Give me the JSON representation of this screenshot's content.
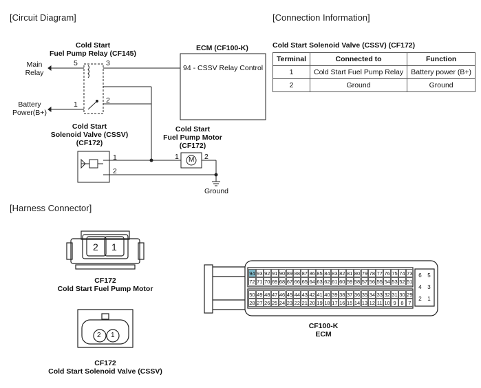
{
  "sections": {
    "circuit": "[Circuit Diagram]",
    "connection": "[Connection Information]",
    "harness": "[Harness Connector]"
  },
  "relay": {
    "title_line1": "Cold Start",
    "title_line2": "Fuel Pump Relay (CF145)",
    "pin5": "5",
    "pin3": "3",
    "pin1": "1",
    "pin2": "2"
  },
  "inputs": {
    "main_relay_line1": "Main",
    "main_relay_line2": "Relay",
    "battery_line1": "Battery",
    "battery_line2": "Power(B+)"
  },
  "ecm": {
    "title": "ECM (CF100-K)",
    "pin_label": "94 - CSSV Relay Control"
  },
  "cssv": {
    "line1": "Cold Start",
    "line2": "Solenoid  Valve (CSSV)",
    "line3": "(CF172)",
    "pin1": "1",
    "pin2": "2"
  },
  "motor": {
    "line1": "Cold Start",
    "line2": "Fuel Pump Motor",
    "line3": "(CF172)",
    "symbol": "M",
    "pin1": "1",
    "pin2": "2"
  },
  "ground_label": "Ground",
  "connection_table": {
    "title": "Cold Start Solenoid Valve (CSSV) (CF172)",
    "headers": [
      "Terminal",
      "Connected to",
      "Function"
    ],
    "rows": [
      [
        "1",
        "Cold Start Fuel Pump Relay",
        "Battery power (B+)"
      ],
      [
        "2",
        "Ground",
        "Ground"
      ]
    ]
  },
  "harness": {
    "motor_connector": {
      "pins": [
        "2",
        "1"
      ],
      "caption1": "CF172",
      "caption2": "Cold Start Fuel Pump Motor"
    },
    "cssv_connector": {
      "pins": [
        "2",
        "1"
      ],
      "caption1": "CF172",
      "caption2": "Cold Start Solenoid Valve (CSSV)"
    },
    "ecm_connector": {
      "caption1": "CF100-K",
      "caption2": "ECM",
      "highlight_pin": "94",
      "highlight_color": "#7fb9c9",
      "row1": [
        "94",
        "93",
        "92",
        "91",
        "90",
        "89",
        "88",
        "87",
        "86",
        "85",
        "84",
        "83",
        "82",
        "81",
        "80",
        "79",
        "78",
        "77",
        "76",
        "75",
        "74",
        "73"
      ],
      "row2": [
        "72",
        "71",
        "70",
        "69",
        "68",
        "67",
        "66",
        "65",
        "64",
        "63",
        "62",
        "61",
        "60",
        "59",
        "58",
        "57",
        "56",
        "55",
        "54",
        "53",
        "52",
        "51"
      ],
      "row3": [
        "50",
        "49",
        "48",
        "47",
        "46",
        "45",
        "44",
        "43",
        "42",
        "41",
        "40",
        "39",
        "38",
        "37",
        "36",
        "35",
        "34",
        "33",
        "32",
        "31",
        "30",
        "29"
      ],
      "row4": [
        "28",
        "27",
        "26",
        "25",
        "24",
        "23",
        "22",
        "21",
        "20",
        "19",
        "18",
        "17",
        "16",
        "15",
        "14",
        "13",
        "12",
        "11",
        "10",
        "9",
        "8",
        "7"
      ],
      "side": [
        [
          "6",
          "5"
        ],
        [
          "4",
          "3"
        ],
        [
          "2",
          "1"
        ]
      ]
    }
  }
}
